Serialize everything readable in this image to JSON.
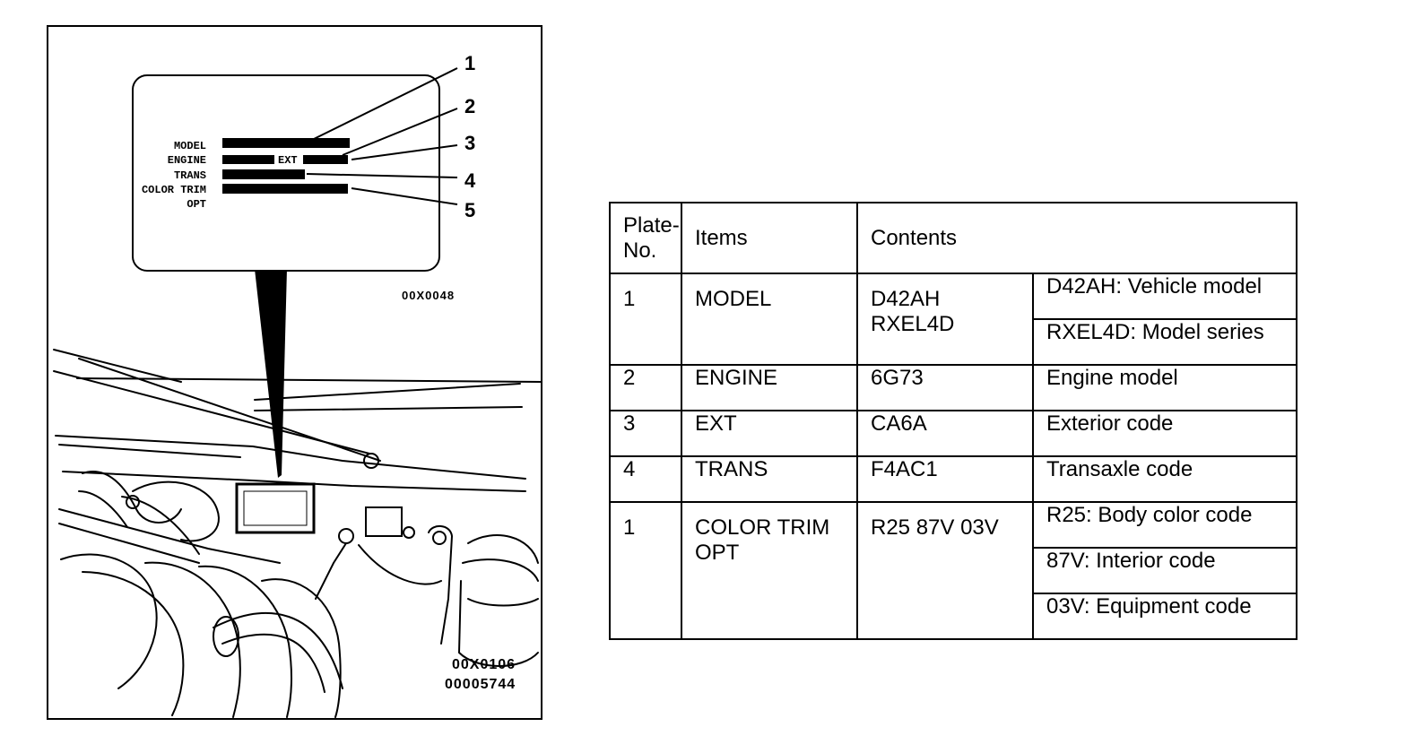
{
  "figure": {
    "plate_labels": [
      "MODEL",
      "ENGINE",
      "TRANS",
      "COLOR TRIM",
      "OPT"
    ],
    "ext_label": "EXT",
    "callouts": [
      "1",
      "2",
      "3",
      "4",
      "5"
    ],
    "inset_code": "00X0048",
    "figure_code": "00X0106",
    "doc_code": "00005744"
  },
  "table": {
    "headers": {
      "plate_no": "Plate-No.",
      "plate_no_line1": "Plate-",
      "plate_no_line2": "No.",
      "items": "Items",
      "contents": "Contents"
    },
    "rows": [
      {
        "plate": "1",
        "item": "MODEL",
        "codes": [
          "D42AH",
          "RXEL4D"
        ],
        "descriptions": [
          "D42AH: Vehicle model",
          "RXEL4D: Model series"
        ]
      },
      {
        "plate": "2",
        "item": "ENGINE",
        "codes": [
          "6G73"
        ],
        "descriptions": [
          "Engine model"
        ]
      },
      {
        "plate": "3",
        "item": "EXT",
        "codes": [
          "CA6A"
        ],
        "descriptions": [
          "Exterior code"
        ]
      },
      {
        "plate": "4",
        "item": "TRANS",
        "codes": [
          "F4AC1"
        ],
        "descriptions": [
          "Transaxle code"
        ]
      },
      {
        "plate": "1",
        "item_lines": [
          "COLOR TRIM",
          "OPT"
        ],
        "codes": [
          "R25 87V 03V"
        ],
        "descriptions": [
          "R25: Body color code",
          "87V: Interior code",
          "03V: Equipment code"
        ]
      }
    ]
  }
}
